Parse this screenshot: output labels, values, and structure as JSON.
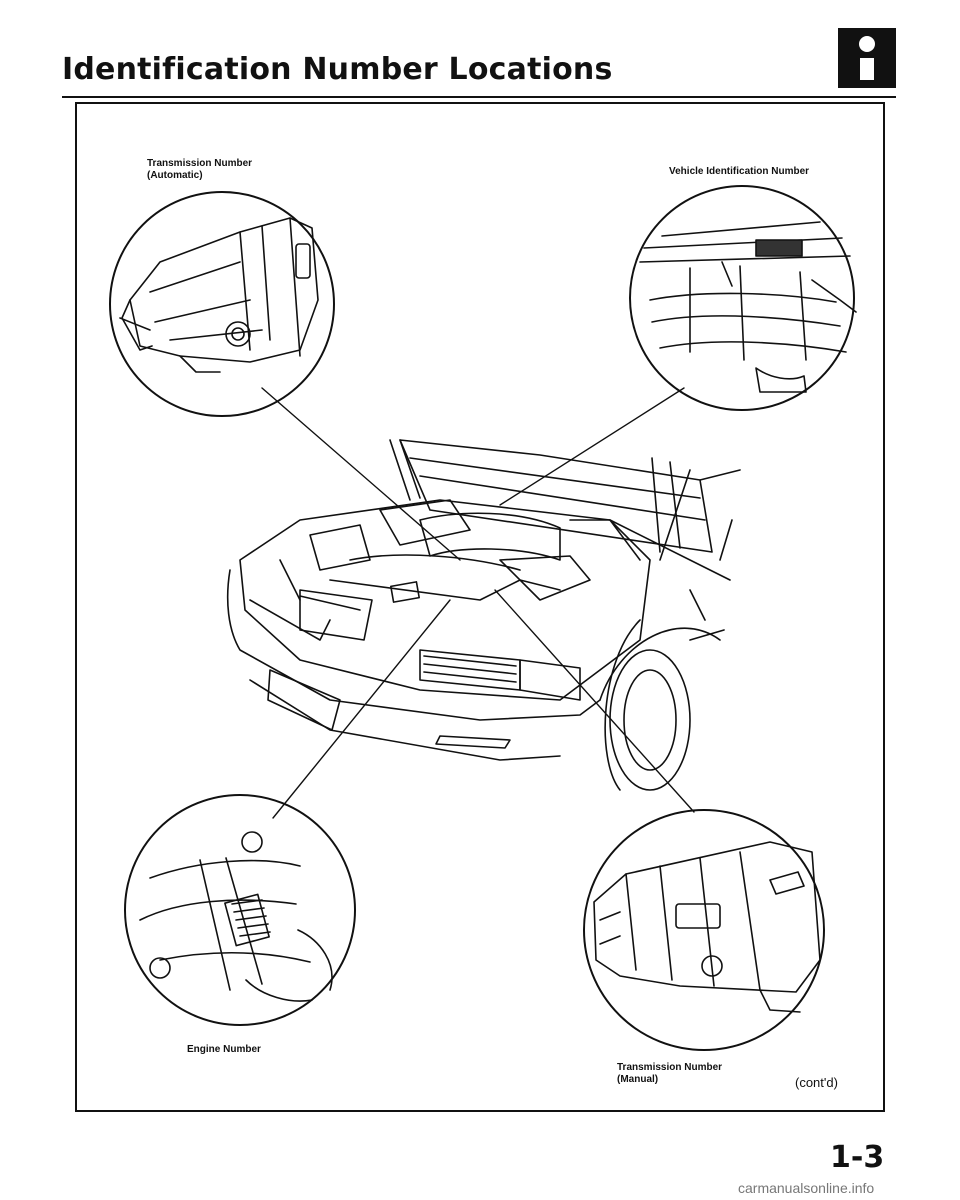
{
  "page": {
    "title": "Identification Number Locations",
    "page_number": "1-3",
    "continued": "(cont'd)",
    "footer_url": "carmanualsonline.info"
  },
  "info_badge": {
    "icon": "info-icon",
    "color": "#111111"
  },
  "labels": {
    "trans_auto_line1": "Transmission Number",
    "trans_auto_line2": "(Automatic)",
    "vin": "Vehicle Identification Number",
    "engine": "Engine Number",
    "trans_manual_line1": "Transmission Number",
    "trans_manual_line2": "(Manual)"
  }
}
